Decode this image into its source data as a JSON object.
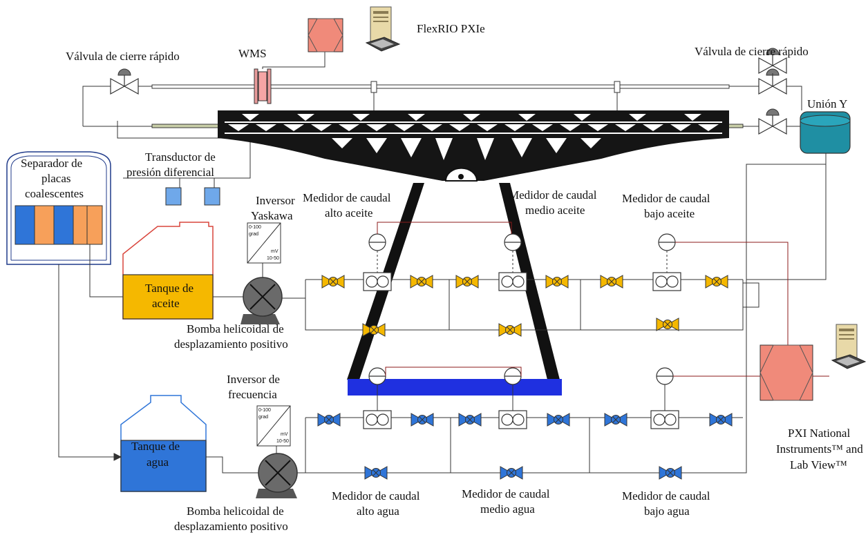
{
  "colors": {
    "oil": "#F5B800",
    "water": "#2F75D8",
    "pxi": "#F08A7A",
    "union": "#1F8FA3",
    "orange": "#F7A05A",
    "tank_outline_oil": "#D9453C",
    "tank_outline_water": "#2F75D8",
    "signal": "#8B1A1A",
    "structure": "#111111",
    "base": "#1F30E0",
    "dp_sensor": "#6FA8EA"
  },
  "icons": [
    "computer-icon",
    "ball-valve-icon",
    "gate-valve-icon",
    "flow-meter-icon",
    "pump-icon",
    "inverter-icon",
    "pressure-gauge-icon"
  ],
  "labels": {
    "flexrio": "FlexRIO PXIe",
    "wms": "WMS",
    "valve_left": "Válvula de cierre rápido",
    "valve_right": "Válvula de cierre rápido",
    "union": "Unión Y",
    "separator": [
      "Separador de",
      "placas",
      "coalescentes"
    ],
    "dp_transducer": [
      "Transductor de",
      "presión diferencial"
    ],
    "inverter_yaskawa": [
      "Inversor",
      "Yaskawa"
    ],
    "flow_high_oil": [
      "Medidor de caudal",
      "alto aceite"
    ],
    "flow_mid_oil": [
      "Medidor de caudal",
      "medio aceite"
    ],
    "flow_low_oil": [
      "Medidor de caudal",
      "bajo aceite"
    ],
    "oil_tank": [
      "Tanque de",
      "aceite"
    ],
    "pump_oil": [
      "Bomba helicoidal de",
      "desplazamiento positivo"
    ],
    "inverter_freq": [
      "Inversor de",
      "frecuencia"
    ],
    "water_tank": [
      "Tanque de",
      "agua"
    ],
    "pump_water": [
      "Bomba helicoidal de",
      "desplazamiento positivo"
    ],
    "flow_high_water": [
      "Medidor de caudal",
      "alto agua"
    ],
    "flow_mid_water": [
      "Medidor de caudal",
      "medio agua"
    ],
    "flow_low_water": [
      "Medidor de caudal",
      "bajo agua"
    ],
    "pxi_ni": [
      "PXI National",
      "Instruments™ and",
      "Lab View™"
    ],
    "inverter_display": [
      "0-100",
      "grad",
      "mV",
      "10-50"
    ]
  }
}
